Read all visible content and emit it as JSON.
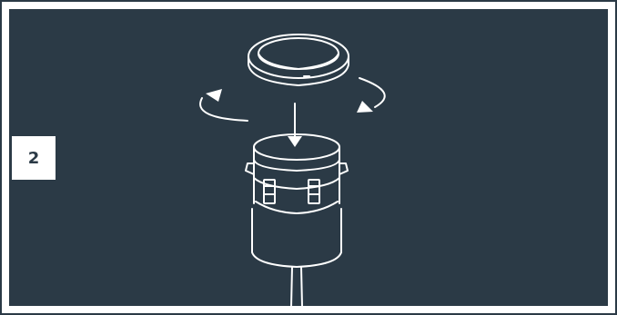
{
  "step": {
    "number": "2"
  },
  "colors": {
    "background": "#2b3a46",
    "line": "#ffffff",
    "badge_bg": "#ffffff",
    "badge_text": "#2b3a46"
  },
  "illustration": {
    "parts": [
      "threaded-ring",
      "cylindrical-housing",
      "cable"
    ],
    "icons": [
      "rotate-arrow-icon",
      "down-arrow-icon"
    ]
  }
}
